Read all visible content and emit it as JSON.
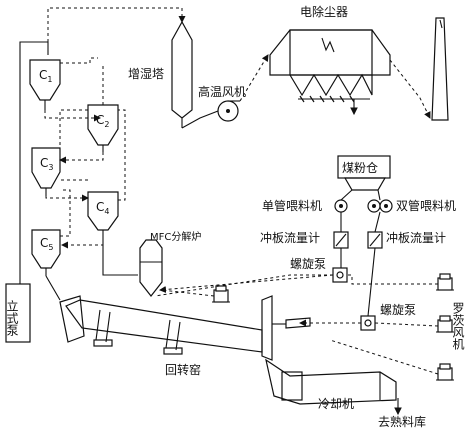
{
  "labels": {
    "esp": "电除尘器",
    "humidifier": "增湿塔",
    "hot_fan": "高温风机",
    "vertical_pump": "立式泵",
    "c1_main": "C",
    "c1_sub": "1",
    "c2_main": "C",
    "c2_sub": "2",
    "c3_main": "C",
    "c3_sub": "3",
    "c4_main": "C",
    "c4_sub": "4",
    "c5_main": "C",
    "c5_sub": "5",
    "calciner": "MFC分解炉",
    "coal_bin": "煤粉仓",
    "single_feeder": "单管喂料机",
    "double_feeder": "双管喂料机",
    "flow_meter_1": "冲板流量计",
    "flow_meter_2": "冲板流量计",
    "screw_pump_1": "螺旋泵",
    "screw_pump_2": "螺旋泵",
    "roots_blower": "罗茨风机",
    "kiln": "回转窑",
    "cooler": "冷却机",
    "clinker_out": "去熟料库"
  }
}
